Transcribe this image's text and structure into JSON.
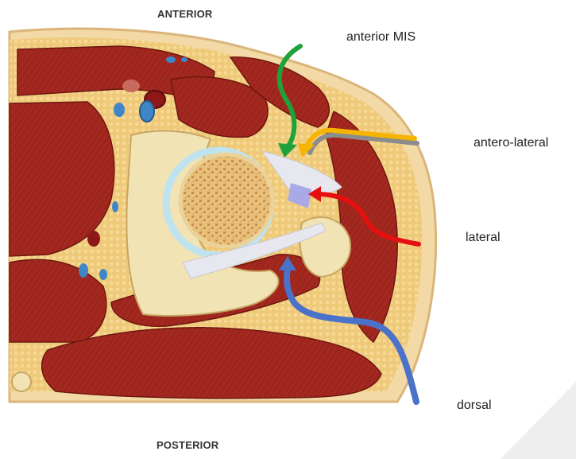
{
  "orientation": {
    "top": "ANTERIOR",
    "bottom": "POSTERIOR"
  },
  "approaches": {
    "anterior_mis": {
      "label": "anterior MIS",
      "color": "#1fa23c"
    },
    "antero_lateral": {
      "label": "antero-lateral",
      "color": "#f5b400",
      "shadow_color": "#8c8c8c"
    },
    "lateral": {
      "label": "lateral",
      "color": "#e60f0f"
    },
    "dorsal": {
      "label": "dorsal",
      "color": "#4a72c8"
    }
  },
  "colors": {
    "muscle": "#a3281f",
    "muscle_dark": "#7a1a12",
    "fat": "#efc97a",
    "skin": "#f3d9a6",
    "bone_cortex": "#f2e3b4",
    "bone_spongy": "#d9a463",
    "cartilage": "#bfe3ee",
    "vessel_blue": "#3f86c6",
    "vessel_red": "#8e1717"
  }
}
